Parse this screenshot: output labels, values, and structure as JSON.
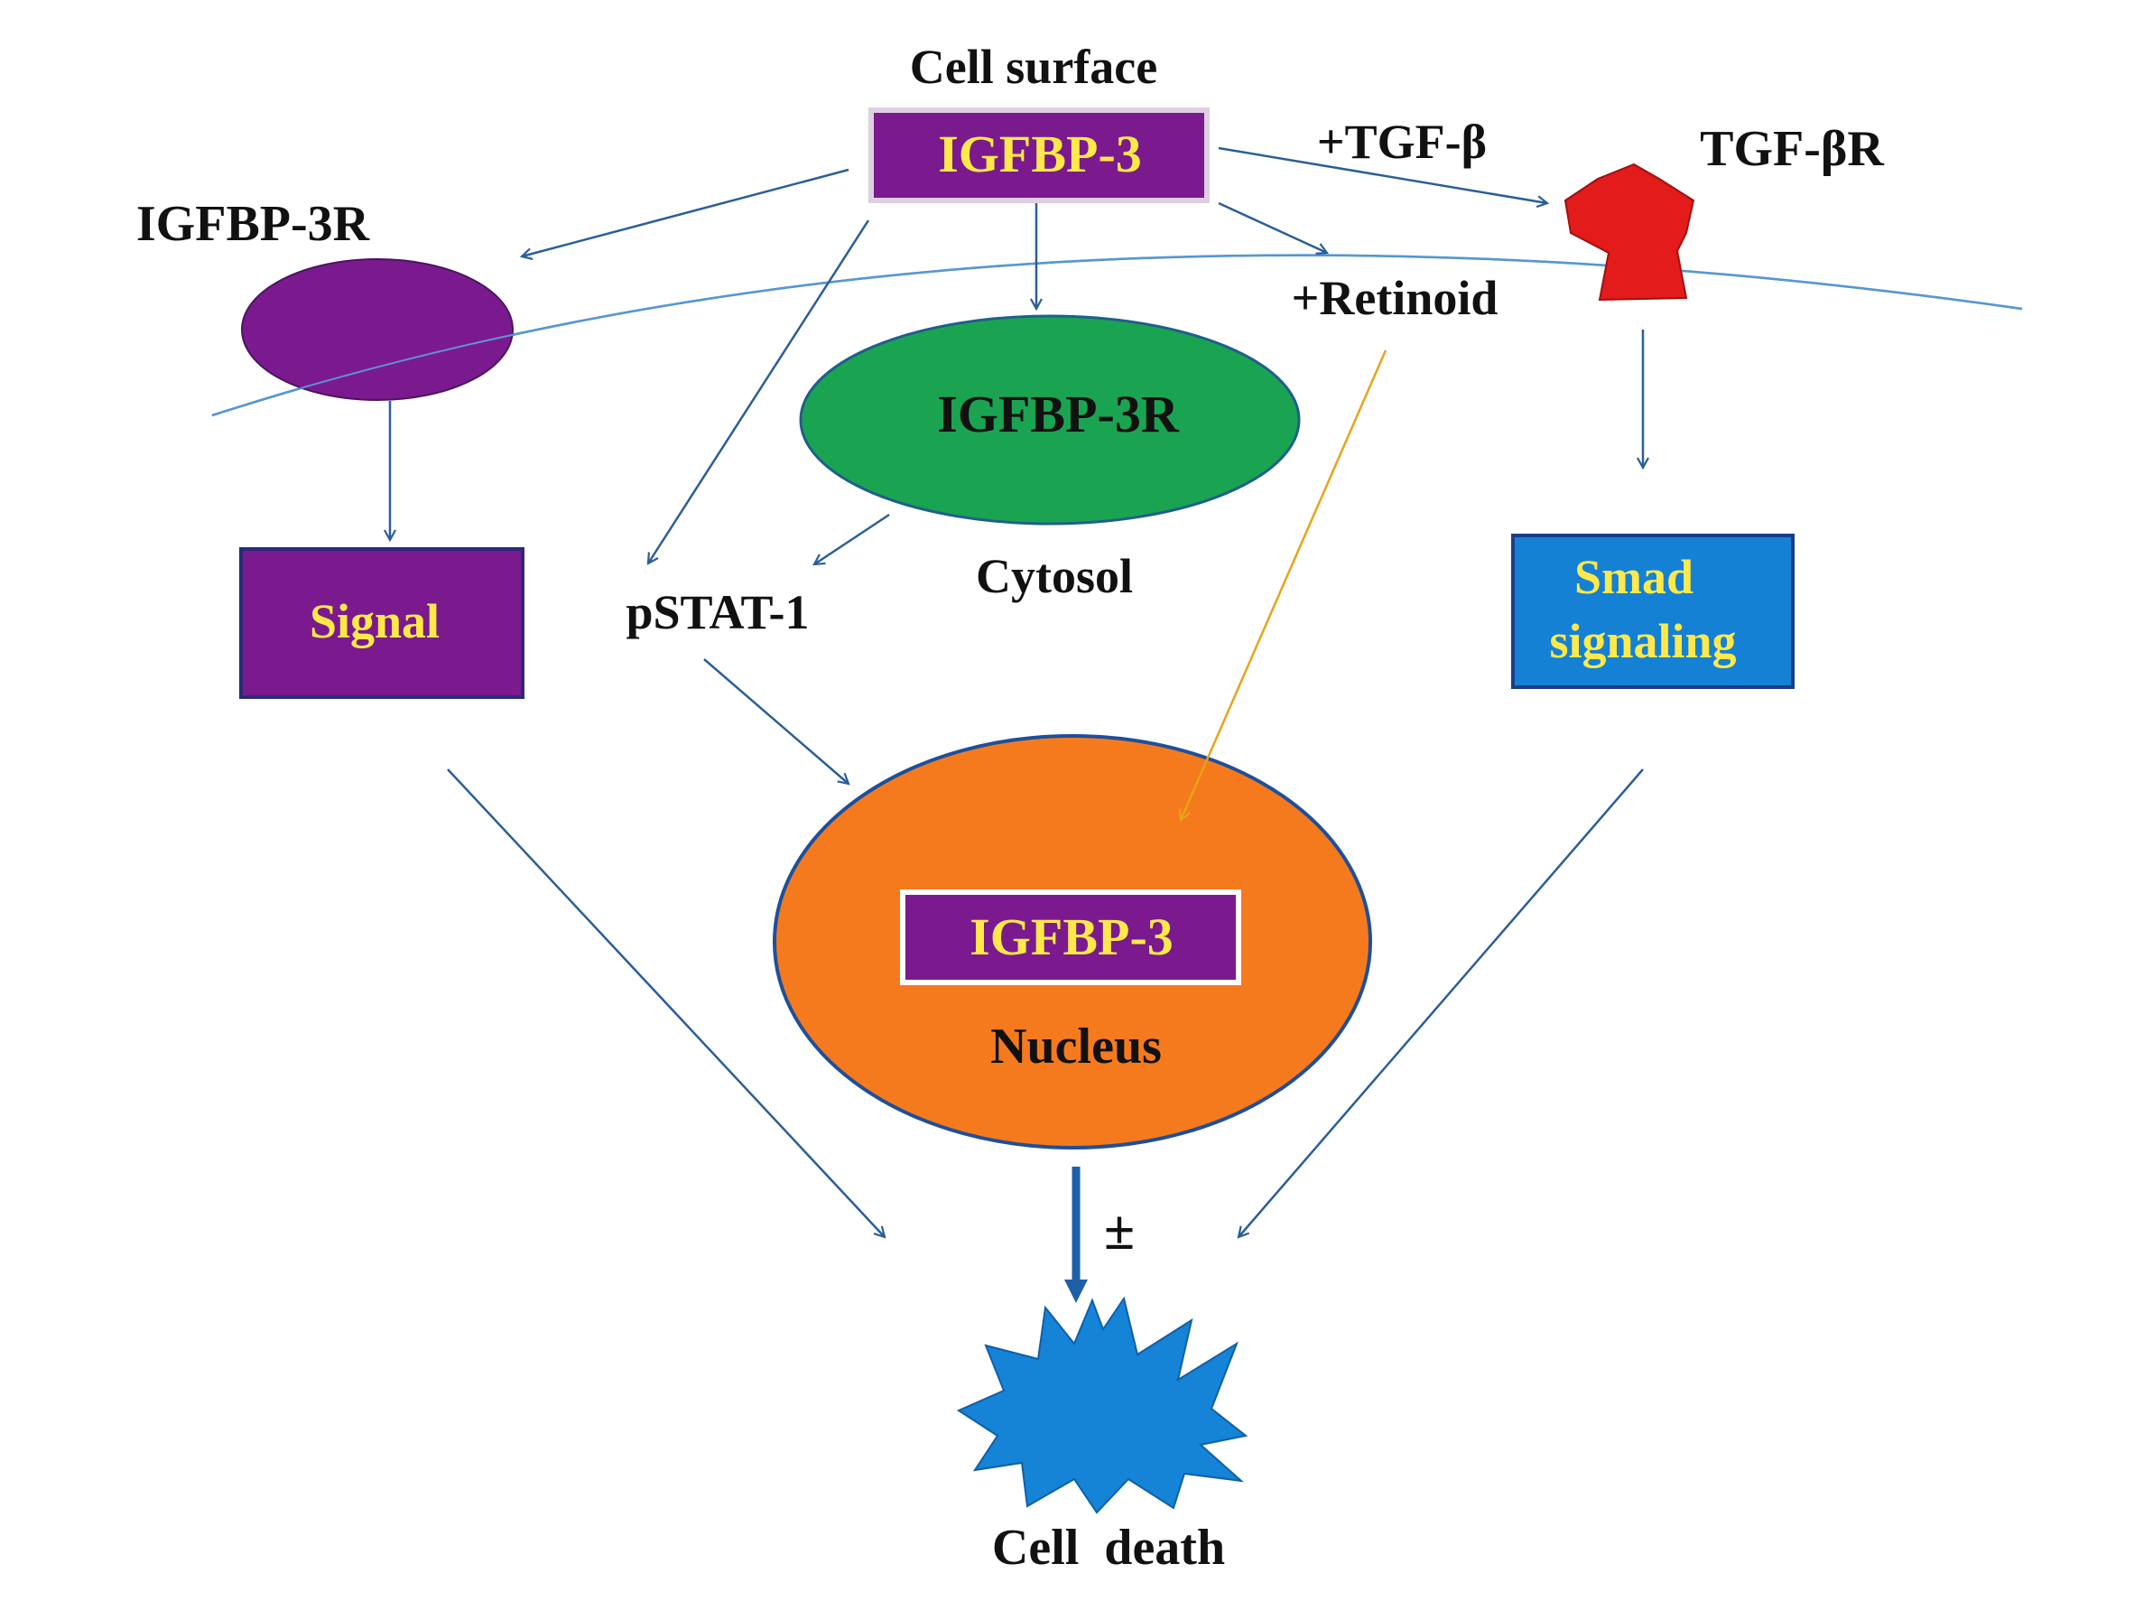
{
  "labels": {
    "cell_surface": "Cell surface",
    "igfbp3_surface": "IGFBP-3",
    "tgf_beta": "+TGF-β",
    "tgf_beta_r": "TGF-βR",
    "igfbp3r_membrane": "IGFBP-3R",
    "retinoid": "+Retinoid",
    "igfbp3r_cytosol": "IGFBP-3R",
    "signal": "Signal",
    "pstat1": "pSTAT-1",
    "cytosol": "Cytosol",
    "smad_line1": "Smad",
    "smad_line2": "signaling",
    "igfbp3_nucleus": "IGFBP-3",
    "nucleus": "Nucleus",
    "plus_minus": "±",
    "cell_death": "Cell  death"
  },
  "colors": {
    "purple": "#7B1A8E",
    "green": "#1AA452",
    "orange": "#F57A1E",
    "red": "#E31B1B",
    "blue_box": "#1581D4",
    "starburst": "#1583D6",
    "arrow": "#2A5E98",
    "membrane": "#2F6BA8",
    "retinoid_arrow": "#E8A317",
    "yellow_text": "#FFE94A"
  }
}
